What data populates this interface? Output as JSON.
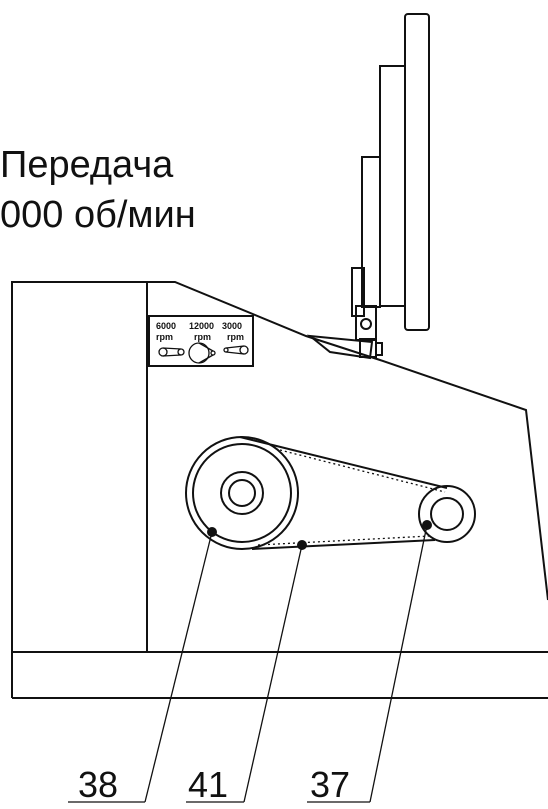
{
  "title": {
    "line1": "Передача",
    "line2": "000 об/мин"
  },
  "plate": {
    "speeds": [
      {
        "value": "6000",
        "unit": "rpm"
      },
      {
        "value": "12000",
        "unit": "rpm"
      },
      {
        "value": "3000",
        "unit": "rpm"
      }
    ]
  },
  "callouts": {
    "large_pulley": "38",
    "belt": "41",
    "small_pulley": "37"
  }
}
